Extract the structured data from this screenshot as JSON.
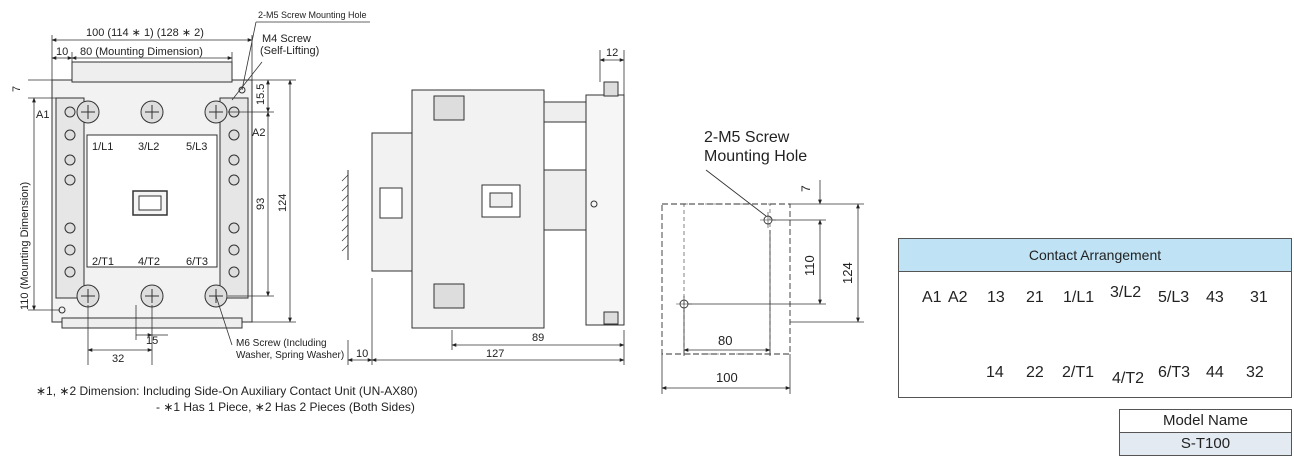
{
  "front_view": {
    "dim_overall_width": "100 (114 ∗ 1) (128 ∗ 2)",
    "dim_left_offset": "10",
    "dim_mounting_width": "80 (Mounting Dimension)",
    "note_mounting_hole": "2-M5 Screw Mounting Hole",
    "note_m4_line1": "M4 Screw",
    "note_m4_line2": "(Self-Lifting)",
    "dim_top": "7",
    "dim_15_5": "15.5",
    "dim_mounting_height": "110 (Mounting Dimension)",
    "dim_93": "93",
    "dim_124": "124",
    "label_a1": "A1",
    "label_a2": "A2",
    "terminals_top": [
      "1/L1",
      "3/L2",
      "5/L3"
    ],
    "terminals_bottom": [
      "2/T1",
      "4/T2",
      "6/T3"
    ],
    "dim_32": "32",
    "dim_15": "15",
    "note_m6_line1": "M6 Screw (Including",
    "note_m6_line2": "Washer, Spring Washer)"
  },
  "side_view": {
    "dim_12": "12",
    "dim_10": "10",
    "dim_89": "89",
    "dim_127": "127"
  },
  "hole_view": {
    "title_line1": "2-M5 Screw",
    "title_line2": "Mounting Hole",
    "dim_7": "7",
    "dim_110": "110",
    "dim_124": "124",
    "dim_80": "80",
    "dim_100": "100"
  },
  "footnote": {
    "line1": "∗1, ∗2 Dimension: Including Side-On Auxiliary Contact Unit (UN-AX80)",
    "line2": "- ∗1 Has 1 Piece, ∗2 Has 2 Pieces (Both Sides)"
  },
  "contact_arrangement": {
    "title": "Contact Arrangement",
    "coil_top": [
      "A1",
      "A2"
    ],
    "top_labels": [
      "13",
      "21",
      "1/L1",
      "3/L2",
      "5/L3",
      "43",
      "31"
    ],
    "bottom_labels": [
      "14",
      "22",
      "2/T1",
      "4/T2",
      "6/T3",
      "44",
      "32"
    ],
    "header_color": "#bfe3f5"
  },
  "model": {
    "name_label": "Model Name",
    "value": "S-T100"
  }
}
